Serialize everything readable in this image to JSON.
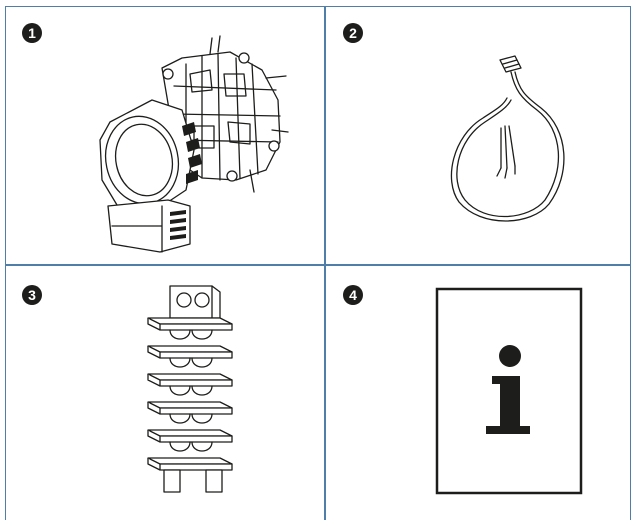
{
  "items": [
    {
      "number": "1",
      "icon": "motor-unit-icon"
    },
    {
      "number": "2",
      "icon": "cable-with-connector-icon"
    },
    {
      "number": "3",
      "icon": "terminal-strip-icon"
    },
    {
      "number": "4",
      "icon": "info-document-icon"
    }
  ],
  "colors": {
    "grid_line": "#4f7fa8",
    "ink": "#1d1d1b",
    "background": "#ffffff"
  }
}
